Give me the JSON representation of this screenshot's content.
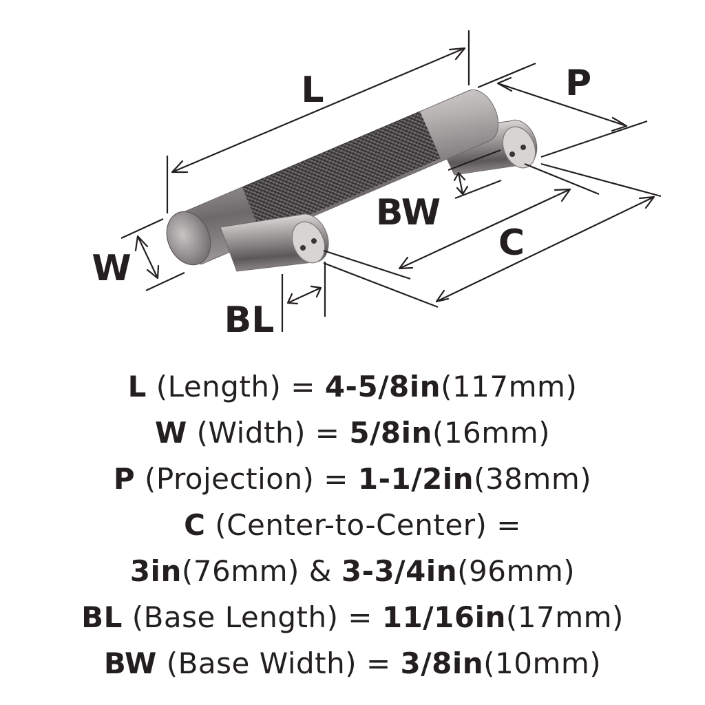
{
  "diagram": {
    "labels": {
      "L": "L",
      "P": "P",
      "W": "W",
      "BW": "BW",
      "C": "C",
      "BL": "BL"
    },
    "colors": {
      "text": "#231f20",
      "metal_light": "#e6e3e2",
      "metal_mid": "#a8a3a3",
      "metal_dark": "#4e4a4b",
      "knurl": "#5a5759"
    }
  },
  "specs": [
    {
      "key": "L",
      "name": " (Length) = ",
      "value": "4-5/8in",
      "metric": "(117mm)"
    },
    {
      "key": "W",
      "name": " (Width) = ",
      "value": "5/8in",
      "metric": "(16mm)"
    },
    {
      "key": "P",
      "name": " (Projection) = ",
      "value": "1-1/2in",
      "metric": "(38mm)"
    },
    {
      "key": "C",
      "name": " (Center-to-Center) =",
      "value": "",
      "metric": ""
    },
    {
      "key": "",
      "name": "",
      "value": "3in",
      "metric": "(76mm) & ",
      "value2": "3-3/4in",
      "metric2": "(96mm)"
    },
    {
      "key": "BL",
      "name": " (Base Length) = ",
      "value": "11/16in",
      "metric": "(17mm)"
    },
    {
      "key": "BW",
      "name": " (Base Width) = ",
      "value": "3/8in",
      "metric": "(10mm)"
    }
  ]
}
